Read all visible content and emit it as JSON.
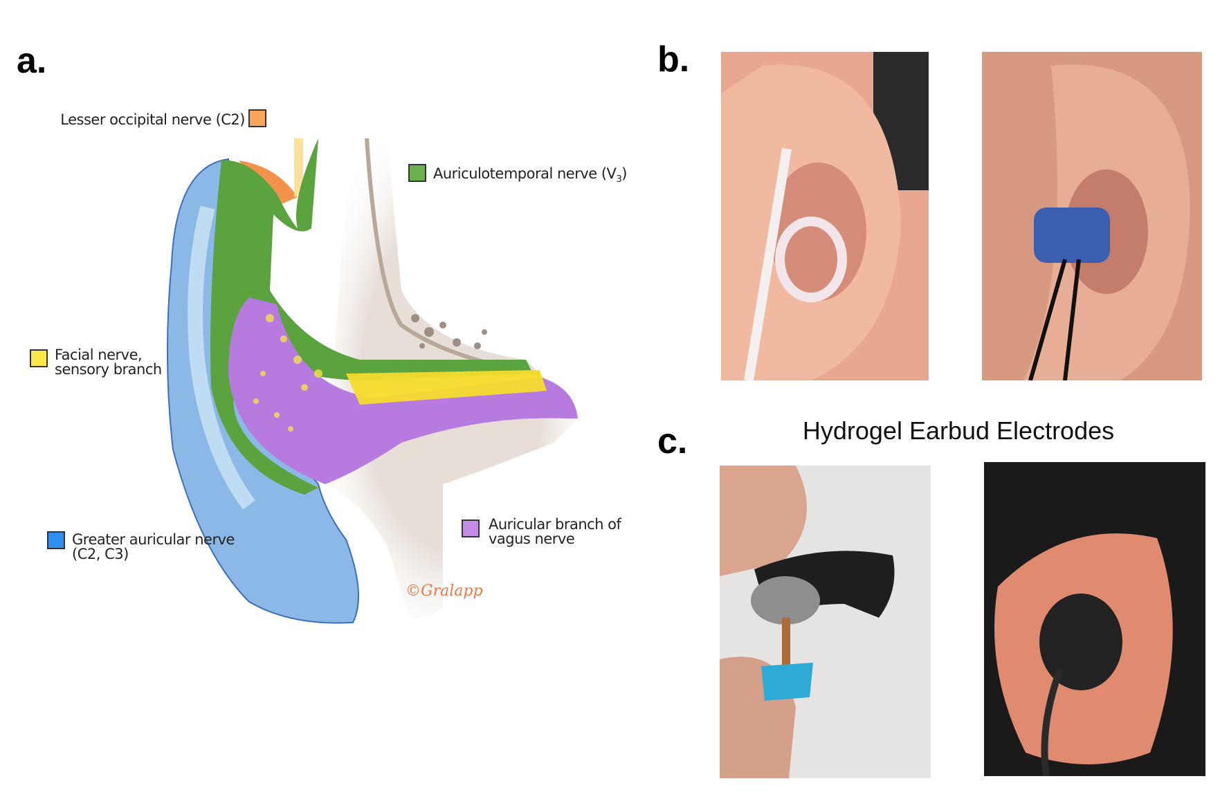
{
  "panels": {
    "a": "a.",
    "b": "b.",
    "c": "c."
  },
  "panel_a": {
    "legend": [
      {
        "label": "Lesser occipital nerve (C2)",
        "color": "#f9a65a"
      },
      {
        "label": "Auriculotemporal nerve (V",
        "subscript": "3",
        "suffix": ")",
        "color": "#6ab04c"
      },
      {
        "label_line1": "Facial nerve,",
        "label_line2": "sensory branch",
        "color": "#fbe94a"
      },
      {
        "label_line1": "Greater auricular nerve",
        "label_line2": "(C2, C3)",
        "color": "#2e8ff0"
      },
      {
        "label_line1": "Auricular branch of",
        "label_line2": "vagus nerve",
        "color": "#c58be8"
      }
    ],
    "watermark": "©Gralapp"
  },
  "panel_c": {
    "title": "Hydrogel Earbud Electrodes"
  }
}
